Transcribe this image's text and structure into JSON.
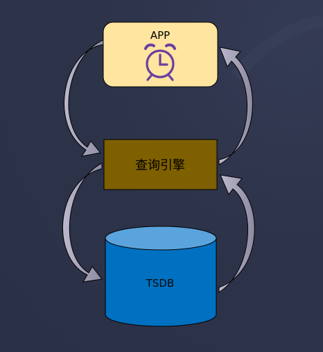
{
  "nodes": {
    "app": {
      "label": "APP",
      "icon": "alarm-clock-icon",
      "fill": "#ffe5a0",
      "icon_color": "#6a3fa0"
    },
    "query_engine": {
      "label": "查询引擎",
      "fill": "#7f6000"
    },
    "tsdb": {
      "label": "TSDB",
      "shape": "cylinder",
      "side_fill": "#0070c0",
      "top_fill": "#5ba3dc"
    }
  },
  "edges": [
    {
      "from": "app",
      "to": "query_engine",
      "side": "left"
    },
    {
      "from": "query_engine",
      "to": "app",
      "side": "right"
    },
    {
      "from": "query_engine",
      "to": "tsdb",
      "side": "left"
    },
    {
      "from": "tsdb",
      "to": "query_engine",
      "side": "right"
    }
  ],
  "colors": {
    "background": "#2b3147",
    "arrow": "#a8a4b8"
  }
}
